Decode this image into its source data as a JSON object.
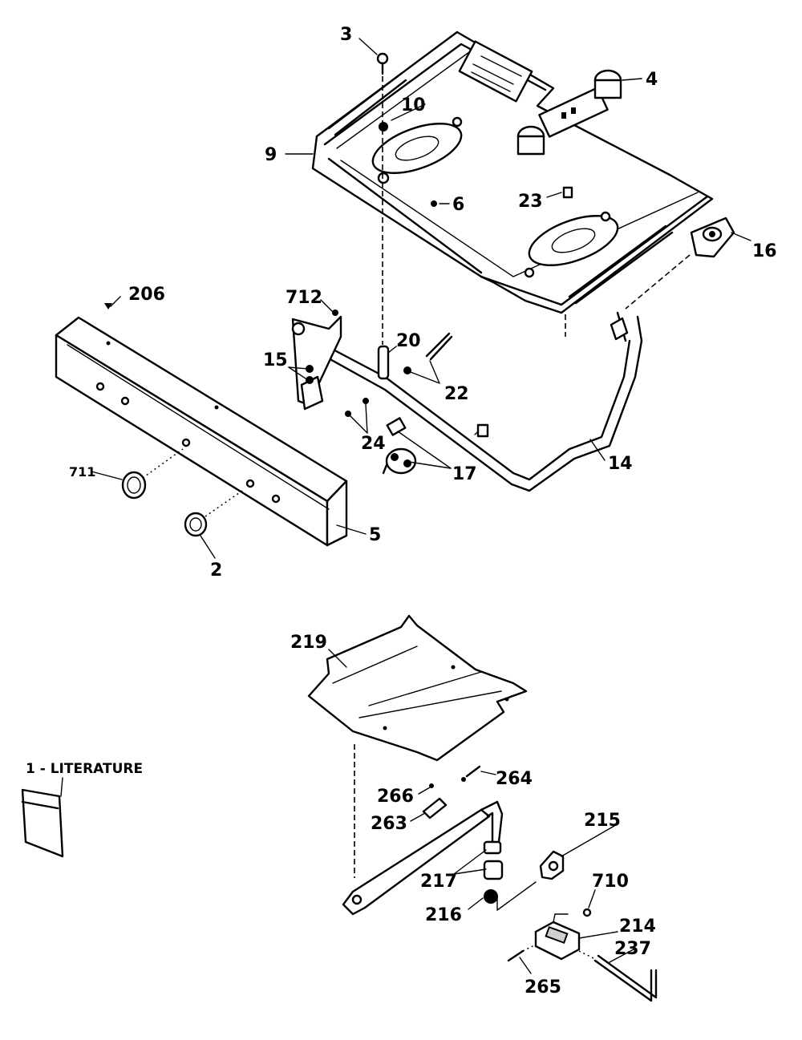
{
  "callouts": {
    "c3": "3",
    "c4": "4",
    "c10": "10",
    "c9": "9",
    "c23": "23",
    "c6": "6",
    "c16": "16",
    "c206": "206",
    "c712": "712",
    "c20": "20",
    "c15": "15",
    "c22": "22",
    "c24": "24",
    "c17": "17",
    "c14": "14",
    "c711": "711",
    "c5": "5",
    "c2": "2",
    "c219": "219",
    "c1": "1 - LITERATURE",
    "c264": "264",
    "c266": "266",
    "c263": "263",
    "c215": "215",
    "c217": "217",
    "c710": "710",
    "c216": "216",
    "c214": "214",
    "c237": "237",
    "c265": "265"
  }
}
